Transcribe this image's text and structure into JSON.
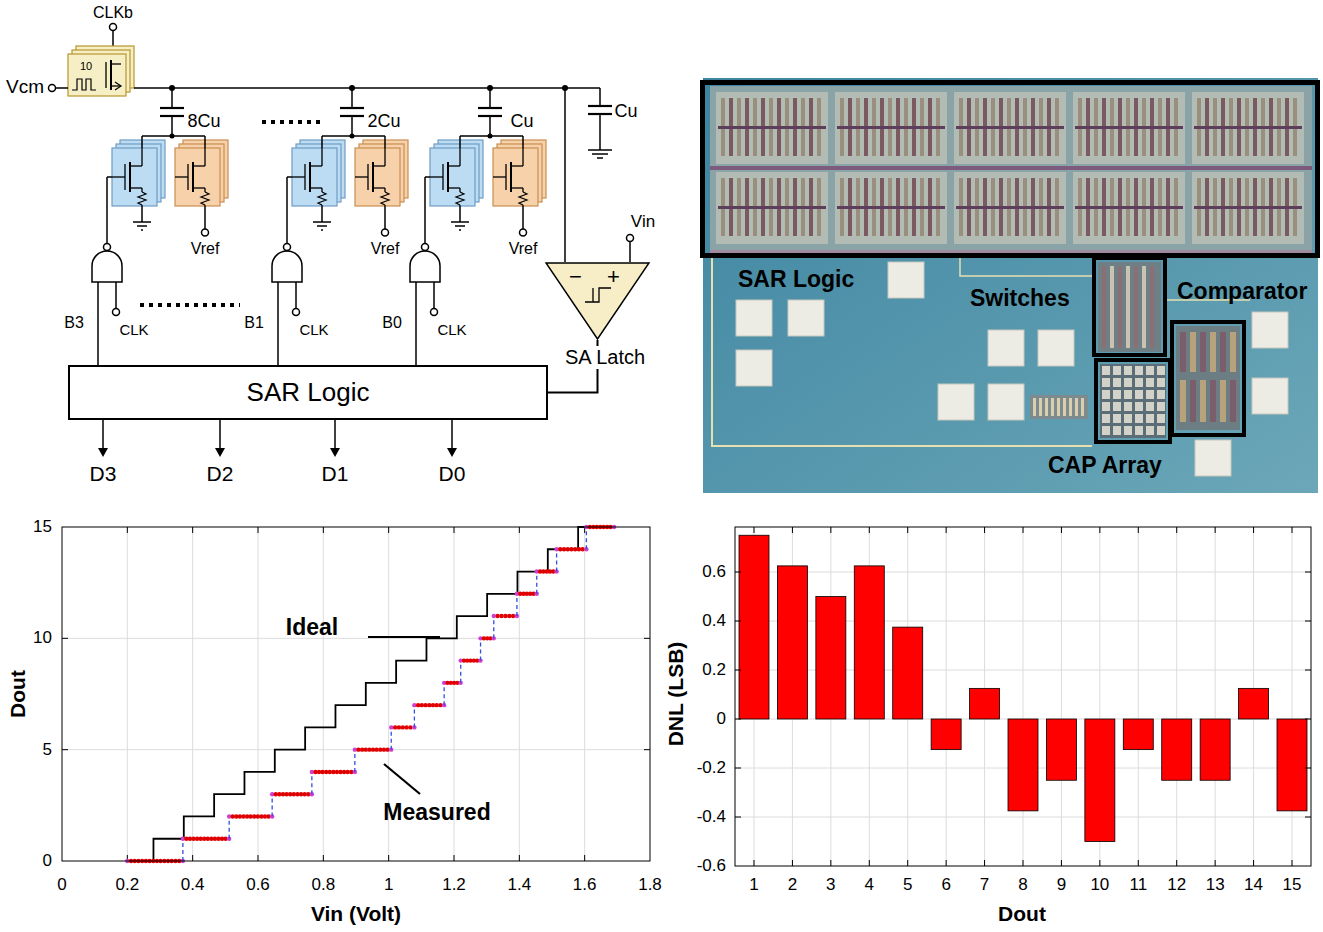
{
  "diagram": {
    "nodes": [
      {
        "text": [
          "−",
          "+",
          "SA Latch"
        ]
      },
      {
        "text": [
          "SAR Logic"
        ]
      },
      {
        "text": [
          "SAR Logic"
        ]
      },
      {
        "text": [
          "Switches"
        ]
      },
      {
        "text": [
          "Comparator"
        ]
      },
      {
        "text": [
          "CAP Array"
        ]
      }
    ],
    "edges": [
      {
        "from": 0,
        "to": 1,
        "arrow": "none"
      }
    ],
    "labels": [
      "CLKb",
      "10",
      "Vcm",
      "8Cu",
      "2Cu",
      "Cu",
      "Cu",
      "Vref",
      "Vref",
      "Vref",
      "Vin",
      "B3",
      "B1",
      "B0",
      "CLK",
      "CLK",
      "CLK",
      "D3",
      "D2",
      "D1",
      "D0",
      "15",
      "10",
      "5",
      "0",
      "0",
      "0.2",
      "0.4",
      "0.6",
      "0.8",
      "1",
      "1.2",
      "1.4",
      "1.6",
      "1.8",
      "Vin (Volt)",
      "Dout",
      "Ideal",
      "Measured",
      "0.6",
      "0.4",
      "0.2",
      "0",
      "-0.2",
      "-0.4",
      "-0.6",
      "1",
      "2",
      "3",
      "4",
      "5",
      "6",
      "7",
      "8",
      "9",
      "10",
      "11",
      "12",
      "13",
      "14",
      "15",
      "DNL (LSB)",
      "Dout"
    ]
  }
}
